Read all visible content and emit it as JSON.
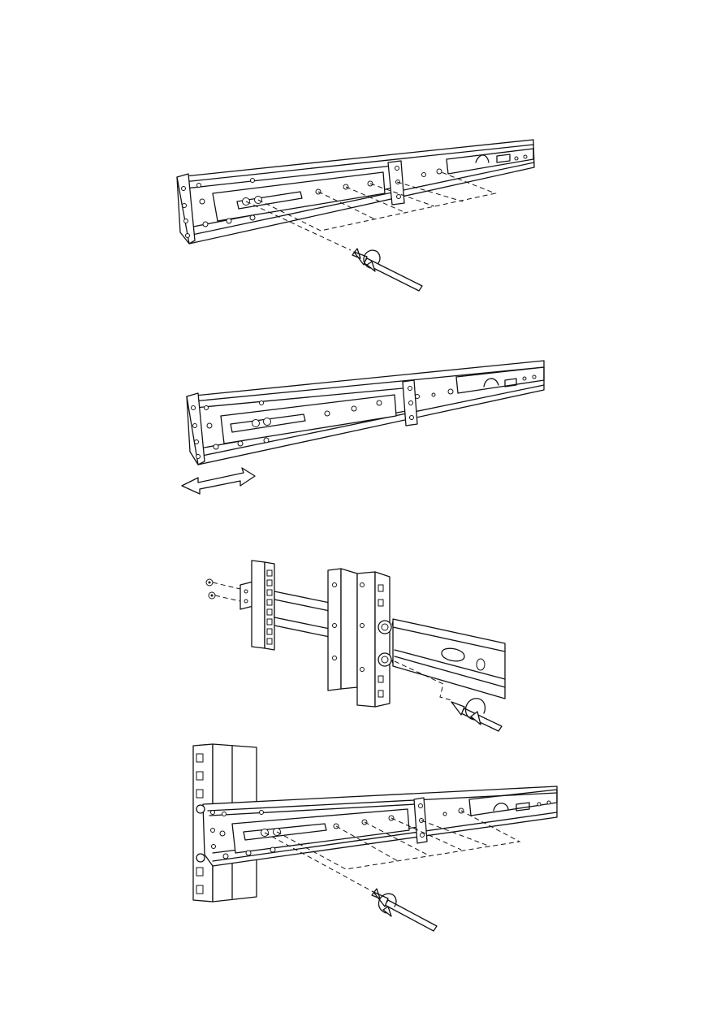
{
  "figure": {
    "description_icons": [
      "screwdriver-icon",
      "rotate-arrow-icon",
      "double-arrow-icon",
      "screw-icon"
    ],
    "colors": {
      "line": "#111111",
      "background": "#ffffff",
      "watermark": "#c8d3f0"
    }
  },
  "steps": [
    {
      "id": "step-1",
      "illustration": "rail-loosen-screws"
    },
    {
      "id": "step-2",
      "illustration": "rail-adjust-length"
    },
    {
      "id": "step-3",
      "illustration": "rail-attach-rear-post"
    },
    {
      "id": "step-4",
      "illustration": "rail-fasten-front-post"
    }
  ]
}
